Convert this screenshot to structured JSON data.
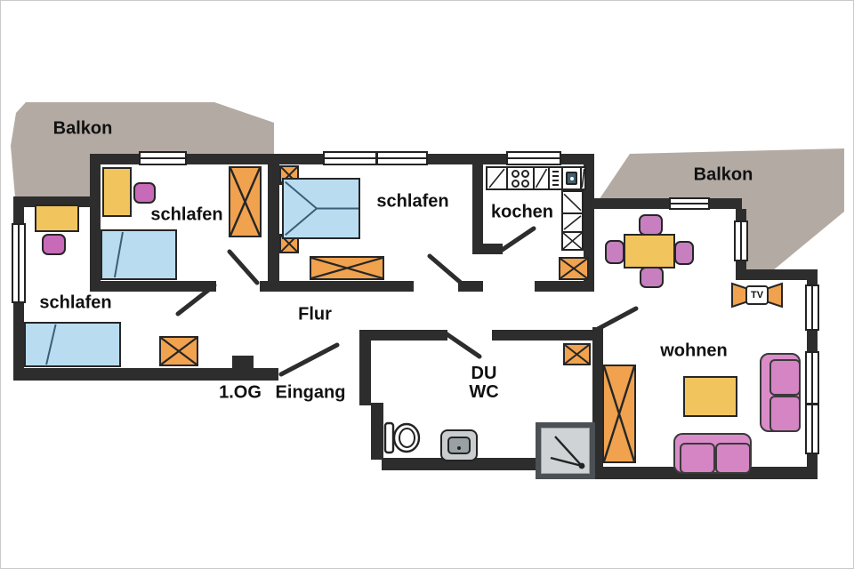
{
  "plan": {
    "floor_level": "1.OG",
    "labels": {
      "balcony_left": "Balkon",
      "balcony_right": "Balkon",
      "bedroom_top_left": "schlafen",
      "bedroom_middle": "schlafen",
      "bedroom_bottom_left": "schlafen",
      "kitchen": "kochen",
      "hallway": "Flur",
      "floor_level": "1.OG",
      "entrance": "Eingang",
      "bath_line1": "DU",
      "bath_line2": "WC",
      "living_room": "wohnen",
      "tv": "TV"
    },
    "colors": {
      "wall": "#2d2d2d",
      "balcony": "#b3aaa3",
      "bed_blue": "#b9dcf0",
      "furniture_orange": "#f0a24f",
      "table_yellow": "#f2c45e",
      "chair_magenta": "#c76ab8",
      "sofa_pink": "#da8cc9",
      "fixture_gray": "#c9cdcf",
      "background": "#ffffff"
    },
    "furniture": [
      {
        "room": "bedroom_top_left",
        "items": [
          "desk",
          "chair",
          "single-bed",
          "wardrobe"
        ]
      },
      {
        "room": "bedroom_middle",
        "items": [
          "nightstand",
          "nightstand",
          "double-bed",
          "dresser"
        ]
      },
      {
        "room": "bedroom_bottom_left",
        "items": [
          "desk",
          "chair",
          "single-bed",
          "cabinet"
        ]
      },
      {
        "room": "kitchen",
        "items": [
          "counter-with-stove-and-sink",
          "tall-cabinets",
          "cabinet"
        ]
      },
      {
        "room": "bathroom",
        "items": [
          "toilet",
          "sink",
          "shower",
          "cabinet"
        ]
      },
      {
        "room": "living_room",
        "items": [
          "dining-table",
          "chair",
          "chair",
          "chair",
          "chair",
          "tv-stand",
          "wardrobe",
          "coffee-table",
          "sofa",
          "sofa"
        ]
      }
    ]
  }
}
